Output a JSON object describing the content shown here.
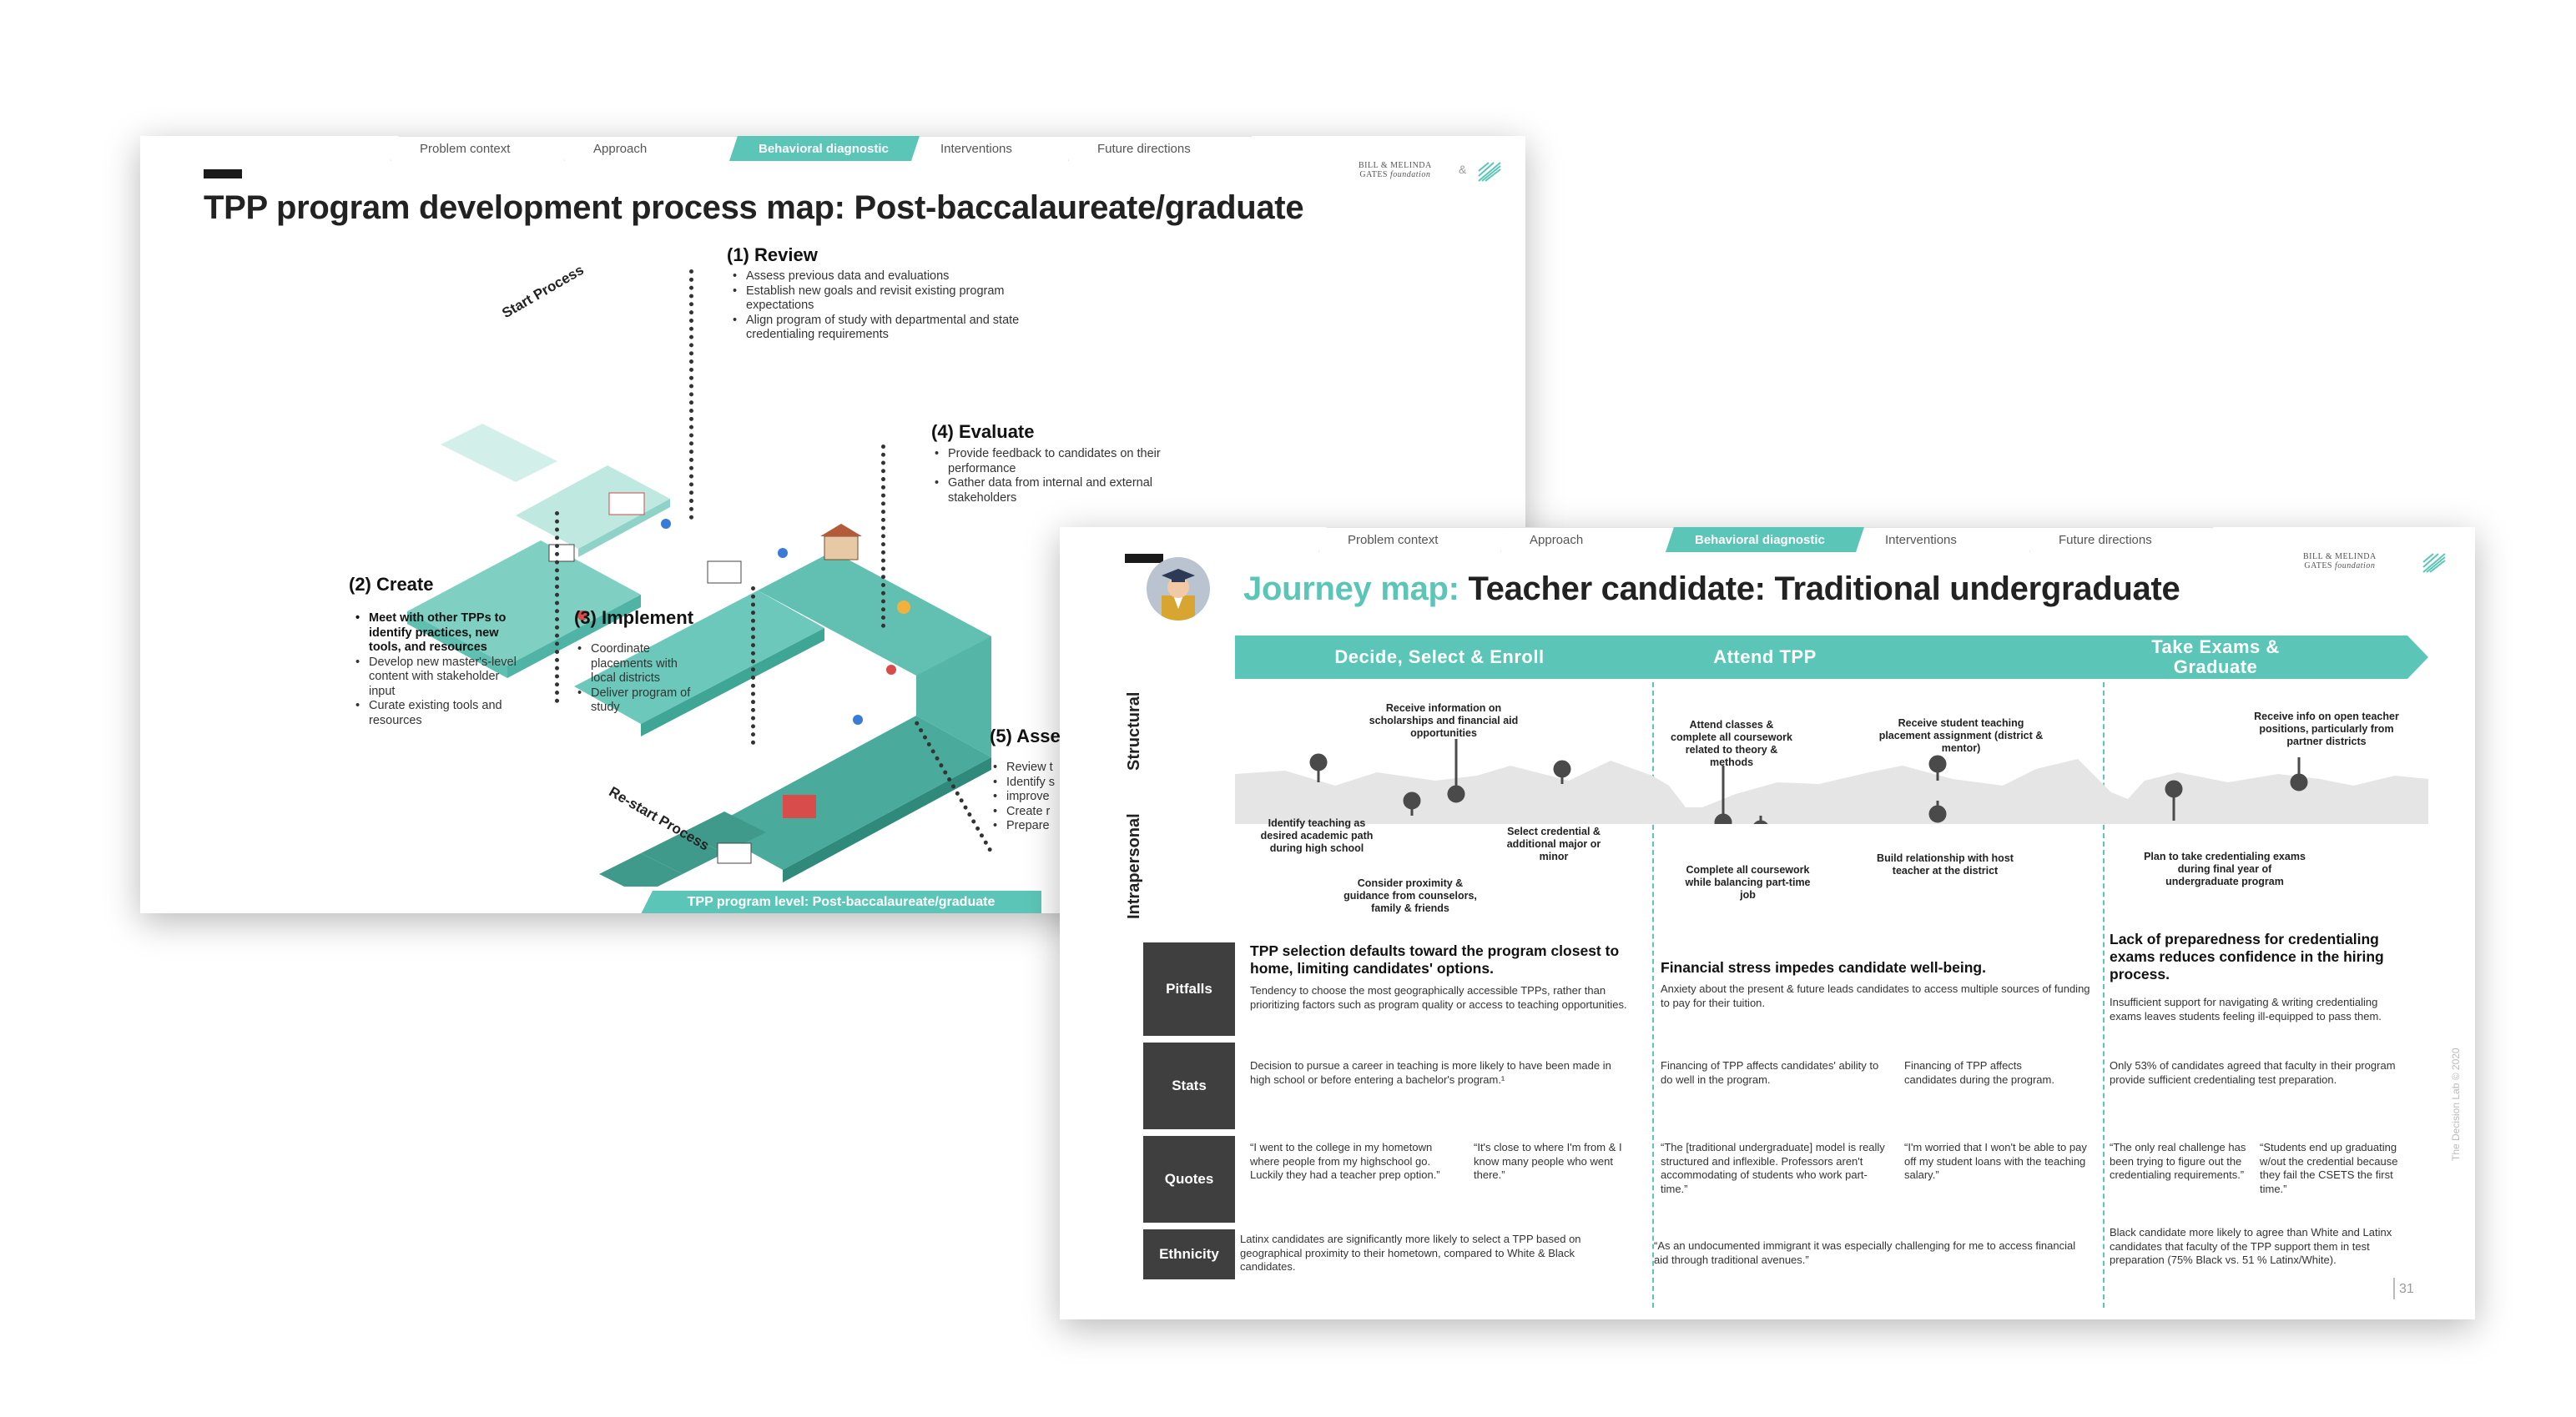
{
  "nav_tabs": [
    "Problem context",
    "Approach",
    "Behavioral diagnostic",
    "Interventions",
    "Future directions"
  ],
  "active_tab_index": 2,
  "logo": {
    "line1": "BILL & MELINDA",
    "line2": "GATES",
    "line3": "foundation",
    "amp": "&"
  },
  "slide1": {
    "title": "TPP program development process map: Post-baccalaureate/graduate",
    "start_label": "Start Process",
    "restart_label": "Re-start Process",
    "steps": {
      "review": {
        "title": "(1) Review",
        "bullets": [
          "Assess previous data and evaluations",
          "Establish new goals and revisit existing program expectations",
          "Align program of study with departmental and state credentialing requirements"
        ]
      },
      "create": {
        "title": "(2) Create",
        "bullets": [
          "Meet with other TPPs to identify practices, new tools, and resources",
          "Develop new master's-level content with stakeholder input",
          "Curate existing tools and resources"
        ]
      },
      "implement": {
        "title": "(3) Implement",
        "bullets": [
          "Coordinate placements with local districts",
          "Deliver program of study"
        ]
      },
      "evaluate": {
        "title": "(4) Evaluate",
        "bullets": [
          "Provide feedback to candidates on their performance",
          "Gather data from internal and external stakeholders"
        ]
      },
      "assess": {
        "title": "(5) Asse",
        "bullets": [
          "Review t",
          "Identify s",
          "improve",
          "Create r",
          "Prepare"
        ]
      }
    },
    "footer": "TPP program level: Post-baccalaureate/graduate"
  },
  "slide2": {
    "title_accent": "Journey map:",
    "title_rest": " Teacher candidate: Traditional undergraduate",
    "phases": [
      "Decide, Select & Enroll",
      "Attend TPP",
      "Take Exams & Graduate"
    ],
    "axis_labels": {
      "structural": "Structural",
      "intrapersonal": "Intrapersonal"
    },
    "journey_labels": {
      "p1_top": "Receive information on scholarships and financial aid opportunities",
      "p1_left": "Identify teaching as desired academic path during high school",
      "p1_mid": "Consider proximity & guidance from counselors, family & friends",
      "p1_right": "Select credential & additional major or minor",
      "p2_top_left": "Attend classes & complete all coursework related to theory & methods",
      "p2_top_right": "Receive student teaching placement assignment (district & mentor)",
      "p2_bot_left": "Complete all coursework while balancing part-time job",
      "p2_bot_right": "Build relationship with host teacher at the district",
      "p3_top": "Receive info on open teacher positions, particularly from partner districts",
      "p3_bot": "Plan to take credentialing exams during final year of undergraduate program"
    },
    "row_labels": [
      "Pitfalls",
      "Stats",
      "Quotes",
      "Ethnicity"
    ],
    "pitfalls": [
      {
        "title": "TPP selection defaults toward the program closest to home, limiting candidates' options.",
        "body": "Tendency to choose the most geographically accessible TPPs, rather than prioritizing factors such as program quality or access to teaching opportunities."
      },
      {
        "title": "Financial stress impedes candidate well-being.",
        "body": "Anxiety about the present & future leads candidates to access multiple sources of funding to pay for their tuition."
      },
      {
        "title": "Lack of preparedness for credentialing exams reduces confidence in the hiring process.",
        "body": "Insufficient support for navigating & writing credentialing exams leaves students feeling ill-equipped to pass them."
      }
    ],
    "stats": [
      "Decision to pursue a career in teaching is more likely to have been made in high school or before entering a bachelor's program.¹",
      "Financing of TPP affects candidates' ability to do well in the program.",
      "Financing of TPP affects candidates during the program.",
      "Only 53% of candidates agreed that faculty in their program provide sufficient credentialing test preparation."
    ],
    "quotes": [
      "“I went to the college in my hometown where people from my highschool go. Luckily they had a teacher prep option.”",
      "“It's close to where I'm from & I know many people who went there.”",
      "“The [traditional undergraduate] model is really structured and inflexible. Professors aren't accommodating of students who work part-time.”",
      "“I'm worried that I won't be able to pay off my student loans with the teaching salary.”",
      "“The only real challenge has been trying to figure out the credentialing requirements.”",
      "“Students end up graduating w/out the credential because they fail the CSETS the first time.”"
    ],
    "ethnicity": [
      "Latinx candidates are significantly more likely to select a TPP based on geographical proximity to their hometown, compared to White & Black candidates.",
      "“As an undocumented immigrant it was especially challenging for me to access financial aid through traditional avenues.”",
      "Black candidate more likely to agree than White and Latinx candidates that faculty of the TPP support them in test preparation (75% Black vs. 51 % Latinx/White)."
    ],
    "page_number": "31",
    "copyright": "The Decision Lab © 2020"
  },
  "colors": {
    "teal": "#5bc6b7",
    "dark_teal": "#3f9a8b",
    "dark_label": "#3f3f3f"
  }
}
